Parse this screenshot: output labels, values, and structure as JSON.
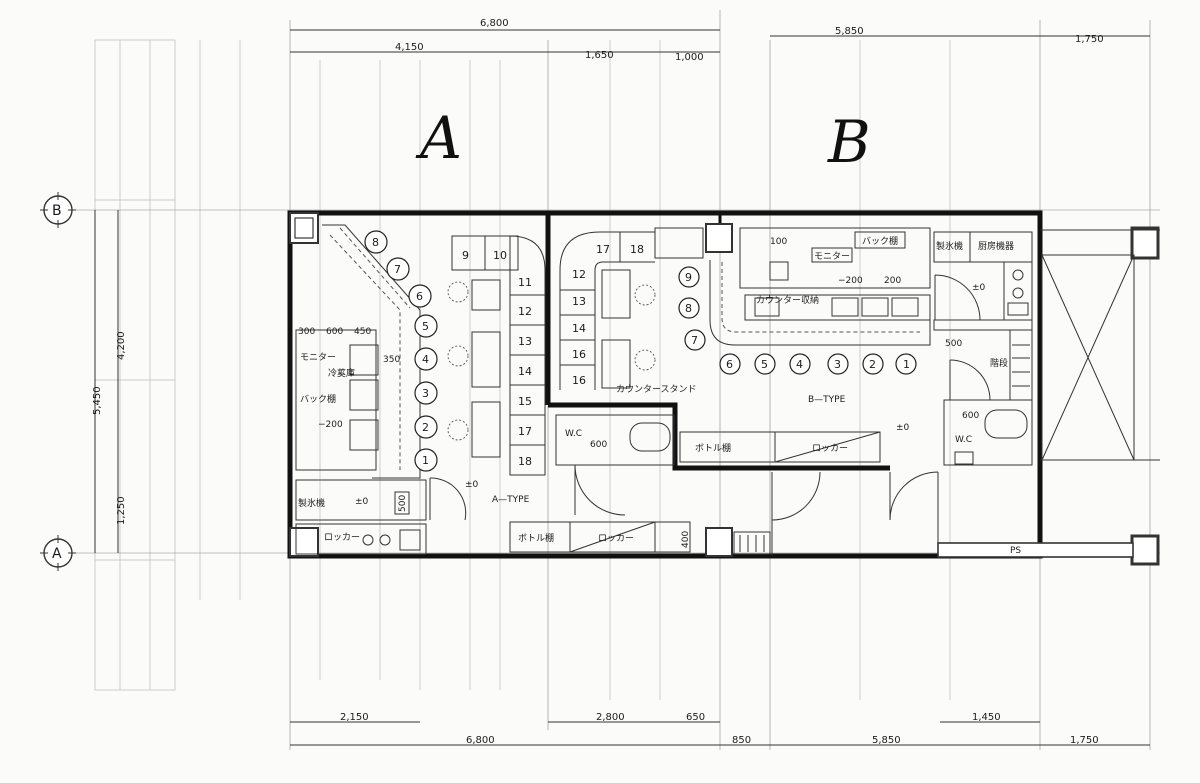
{
  "zones": {
    "a": "A",
    "b": "B"
  },
  "grid_axes": [
    "B",
    "A"
  ],
  "dimensions": {
    "top_total": "6,800",
    "top_a_left": "4,150",
    "top_a_mid": "1,650",
    "top_a_right": "1,000",
    "top_b": "5,850",
    "top_right": "1,750",
    "left_total": "5,450",
    "left_upper": "4,200",
    "left_lower": "1,250",
    "bottom_left": "2,150",
    "bottom_mid": "2,800",
    "bottom_mid2": "650",
    "bottom_right": "1,450",
    "bottom_total": "6,800",
    "bottom_gap": "850",
    "bottom_b": "5,850",
    "bottom_far": "1,750"
  },
  "labels": {
    "a_type": "A—TYPE",
    "b_type": "B—TYPE",
    "a_monitor": "モニター",
    "a_back": "バック棚",
    "a_ice": "製氷機",
    "a_sink": "冷蒵庫",
    "a_bottle": "ボトル棚",
    "a_locker": "ロッカー",
    "a_level": "±0",
    "a_dim_600": "600",
    "a_dim_450": "450",
    "a_dim_350": "350",
    "a_dim_300": "300",
    "a_dim_200": "−200",
    "a_dim_500": "500",
    "b_stand": "カウンタースタンド",
    "b_monitor": "モニター",
    "b_back": "バック棚",
    "b_dim_200a": "−200",
    "b_dim_200b": "200",
    "b_dim_100": "100",
    "b_counter": "カウンター収納",
    "b_ice": "製氷機",
    "b_kitchen": "厨房機器",
    "b_bottle": "ボトル棚",
    "b_locker": "ロッカー",
    "b_level1": "±0",
    "b_level2": "±0",
    "b_level3": "±0",
    "b_dim_500": "500",
    "b_dim_600": "600",
    "b_dim_400": "400",
    "wc1": "W.C",
    "wc2": "W.C",
    "wc_dim1": "600",
    "ps": "PS",
    "stair": "階段"
  },
  "seats_a_circle": [
    "8",
    "7",
    "6",
    "5",
    "4",
    "3",
    "2",
    "1"
  ],
  "seats_a_square": [
    "9",
    "10",
    "11",
    "12",
    "13",
    "14",
    "15",
    "17",
    "18"
  ],
  "seats_b_square": [
    "17",
    "18",
    "12",
    "13",
    "14",
    "16",
    "16"
  ],
  "seats_b_circle_col": [
    "9",
    "8",
    "7"
  ],
  "seats_b_circle_row": [
    "6",
    "5",
    "4",
    "3",
    "2",
    "1"
  ]
}
